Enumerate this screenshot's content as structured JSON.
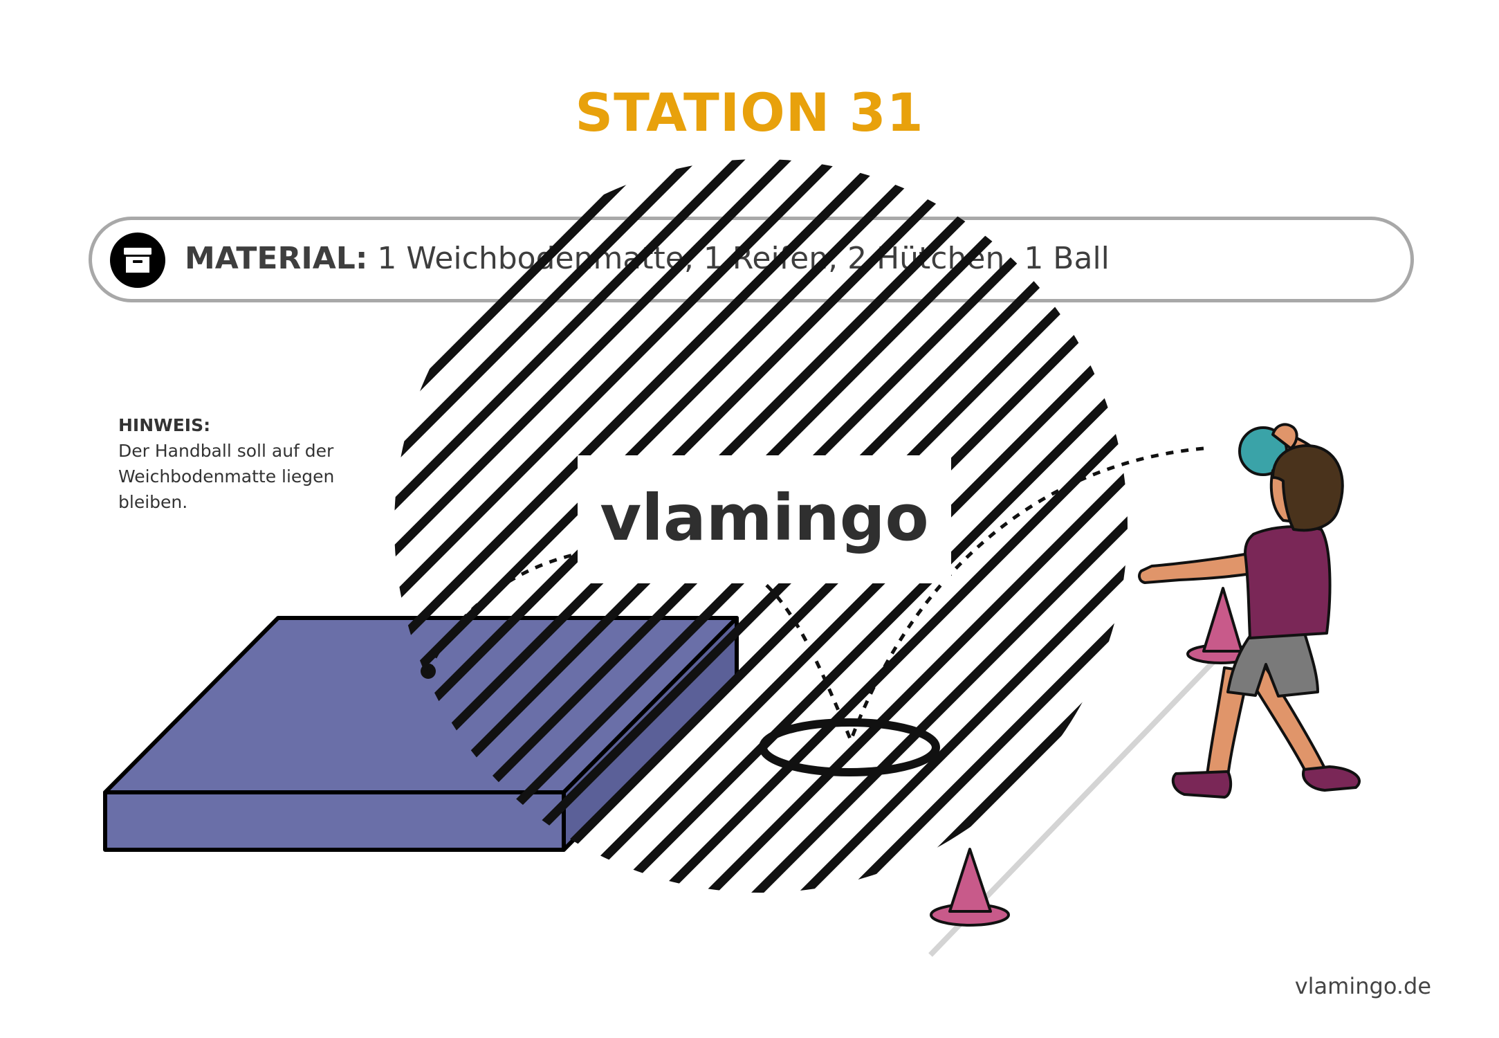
{
  "title": "STATION 31",
  "material": {
    "icon": "archive-box-icon",
    "label": "MATERIAL:",
    "value": " 1 Weichbodenmatte, 1 Reifen, 2 Hütchen, 1 Ball"
  },
  "hint": {
    "title": "HINWEIS:",
    "text": "Der Handball soll auf der Weichbodenmatte liegen bleiben."
  },
  "watermark": "vlamingo",
  "footer": "vlamingo.de",
  "colors": {
    "title": "#E8A10C",
    "mat": "#6A6FA8",
    "cone": "#C85A8A",
    "shirt": "#7A2757",
    "shorts": "#7A7A7A",
    "skin": "#E0956A",
    "hair": "#4A331C",
    "ball": "#3AA3A8",
    "shoes": "#7A2757"
  }
}
